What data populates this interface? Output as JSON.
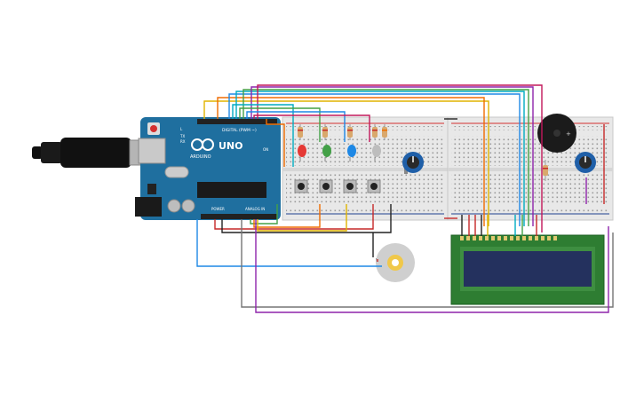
{
  "arduino": {
    "brand": "ARDUINO",
    "model": "UNO",
    "digital_label": "DIGITAL (PWM ~)",
    "power_label": "POWER",
    "analog_label": "ANALOG IN",
    "tx": "TX",
    "rx": "RX",
    "on": "ON",
    "l": "L"
  },
  "colors": {
    "arduino": "#1f6f9f",
    "breadboard": "#e8e8e8",
    "lcd_board": "#2e7d32",
    "lcd_screen": "#24315e",
    "rail_red": "#d32f2f",
    "rail_blue": "#1e3f8f",
    "pot": "#1f5fa8",
    "buzzer": "#1b1b1b",
    "motor": "#cfcfcf",
    "led_red": "#e53935",
    "led_green": "#43a047",
    "led_blue": "#1e88e5",
    "led_white": "#bdbdbd",
    "wire_red": "#c62828",
    "wire_orange": "#ef6c00",
    "wire_yellow": "#e0b400",
    "wire_green": "#43a047",
    "wire_blue": "#1e88e5",
    "wire_purple": "#8e24aa",
    "wire_magenta": "#c2185b",
    "wire_teal": "#00acc1",
    "wire_gray": "#757575",
    "wire_black": "#222222"
  },
  "components": {
    "leds": [
      "red",
      "green",
      "blue",
      "white"
    ],
    "buttons": 4,
    "potentiometers": 2,
    "buzzer": "piezo",
    "motor": "dc-motor",
    "lcd": "16x2"
  }
}
